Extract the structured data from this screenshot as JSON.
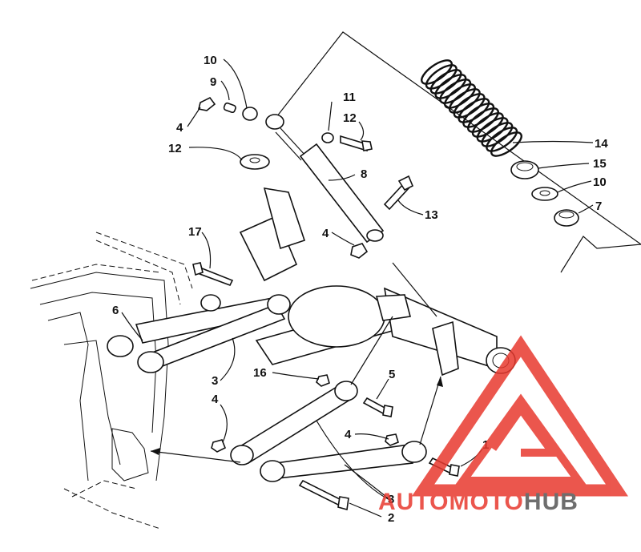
{
  "diagram": {
    "callouts": [
      {
        "id": "c1",
        "label": "1"
      },
      {
        "id": "c2",
        "label": "2"
      },
      {
        "id": "c3a",
        "label": "3"
      },
      {
        "id": "c3b",
        "label": "3"
      },
      {
        "id": "c4a",
        "label": "4"
      },
      {
        "id": "c4b",
        "label": "4"
      },
      {
        "id": "c4c",
        "label": "4"
      },
      {
        "id": "c4d",
        "label": "4"
      },
      {
        "id": "c5",
        "label": "5"
      },
      {
        "id": "c6",
        "label": "6"
      },
      {
        "id": "c7",
        "label": "7"
      },
      {
        "id": "c8",
        "label": "8"
      },
      {
        "id": "c9",
        "label": "9"
      },
      {
        "id": "c10a",
        "label": "10"
      },
      {
        "id": "c10b",
        "label": "10"
      },
      {
        "id": "c11",
        "label": "11"
      },
      {
        "id": "c12a",
        "label": "12"
      },
      {
        "id": "c12b",
        "label": "12"
      },
      {
        "id": "c13",
        "label": "13"
      },
      {
        "id": "c14",
        "label": "14"
      },
      {
        "id": "c15",
        "label": "15"
      },
      {
        "id": "c16",
        "label": "16"
      },
      {
        "id": "c17",
        "label": "17"
      }
    ]
  },
  "watermark": {
    "part1": "AUTO",
    "part2": "MOTO",
    "part3": "HUB",
    "colors": {
      "triangle": "#e8392f",
      "auto": "#e8392f",
      "moto": "#e8392f",
      "hub": "#555555"
    }
  }
}
